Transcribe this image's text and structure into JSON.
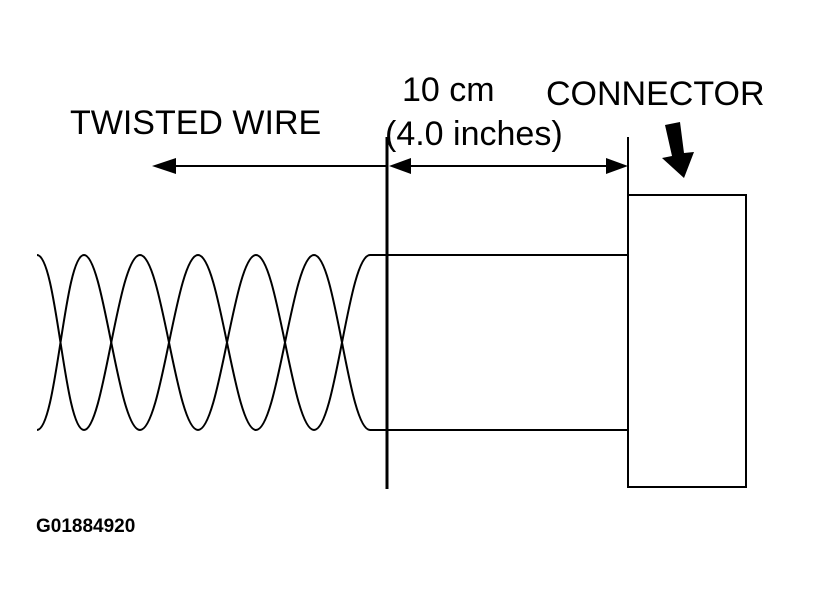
{
  "labels": {
    "twisted_wire": "TWISTED WIRE",
    "distance_metric": "10 cm",
    "distance_imperial": "(4.0 inches)",
    "connector": "CONNECTOR",
    "figure_id": "G01884920"
  },
  "colors": {
    "line": "#000000",
    "background": "#ffffff"
  }
}
